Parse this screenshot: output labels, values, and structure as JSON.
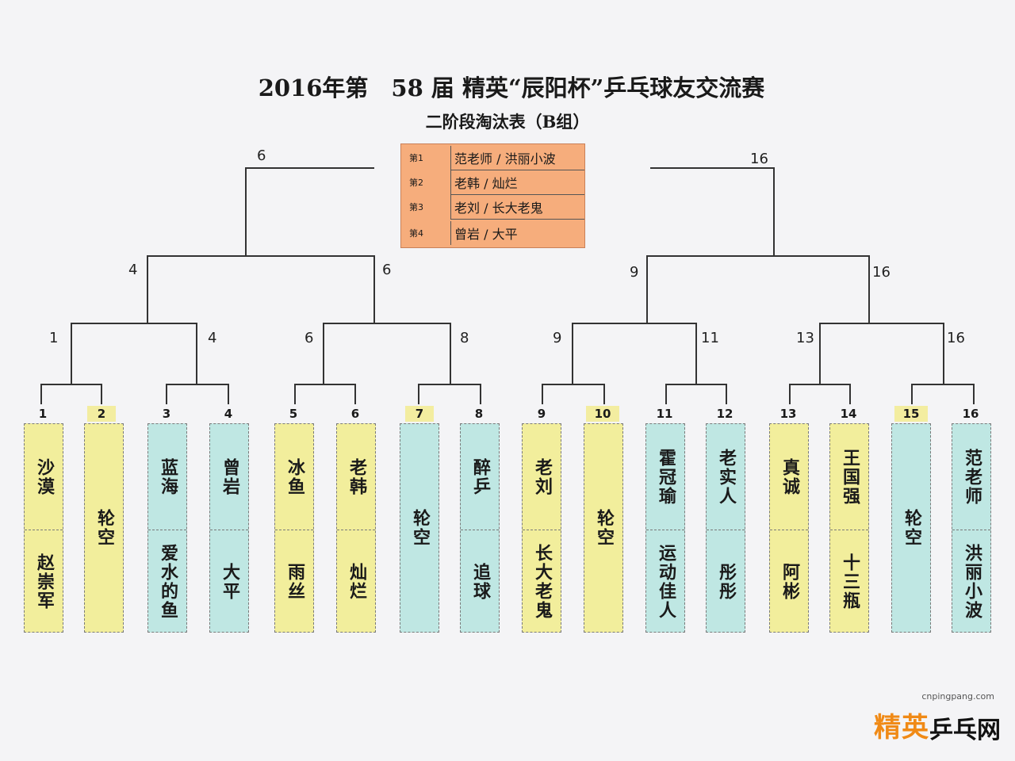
{
  "title": "2016年第　58 届 精英“辰阳杯”乒乓球友交流赛",
  "subtitle": "二阶段淘汰表（B组）",
  "results": [
    {
      "place": "第1",
      "names": "范老师 / 洪丽小波"
    },
    {
      "place": "第2",
      "names": "老韩 / 灿烂"
    },
    {
      "place": "第3",
      "names": "老刘 / 长大老鬼"
    },
    {
      "place": "第4",
      "names": "曾岩 / 大平"
    }
  ],
  "round_labels": {
    "r1": [
      "1",
      "4",
      "6",
      "8",
      "9",
      "11",
      "13",
      "16"
    ],
    "r2": [
      "4",
      "6",
      "9",
      "16"
    ],
    "r3": [
      "6",
      "16"
    ]
  },
  "seeds": [
    "1",
    "2",
    "3",
    "4",
    "5",
    "6",
    "7",
    "8",
    "9",
    "10",
    "11",
    "12",
    "13",
    "14",
    "15",
    "16"
  ],
  "players": [
    {
      "top": "沙漠",
      "bottom": "赵崇军"
    },
    {
      "full": "轮空"
    },
    {
      "top": "蓝海",
      "bottom": "爱水的鱼"
    },
    {
      "top": "曾岩",
      "bottom": "大平"
    },
    {
      "top": "冰鱼",
      "bottom": "雨丝"
    },
    {
      "top": "老韩",
      "bottom": "灿烂"
    },
    {
      "full": "轮空"
    },
    {
      "top": "醉乒",
      "bottom": "追球"
    },
    {
      "top": "老刘",
      "bottom": "长大老鬼"
    },
    {
      "full": "轮空"
    },
    {
      "top": "霍冠瑜",
      "bottom": "运动佳人"
    },
    {
      "top": "老实人",
      "bottom": "彤彤"
    },
    {
      "top": "真诚",
      "bottom": "阿彬"
    },
    {
      "top": "王国强",
      "bottom": "十三瓶"
    },
    {
      "full": "轮空"
    },
    {
      "top": "范老师",
      "bottom": "洪丽小波"
    }
  ],
  "colors": {
    "yellow": "#f2ee9c",
    "cyan": "#bfe7e3",
    "results_bg": "#f6ad7c",
    "seed_highlight": "#f3eda0"
  },
  "watermark": {
    "url": "cnpingpang.com",
    "logo_a": "精英",
    "logo_b": "乒乓网"
  }
}
